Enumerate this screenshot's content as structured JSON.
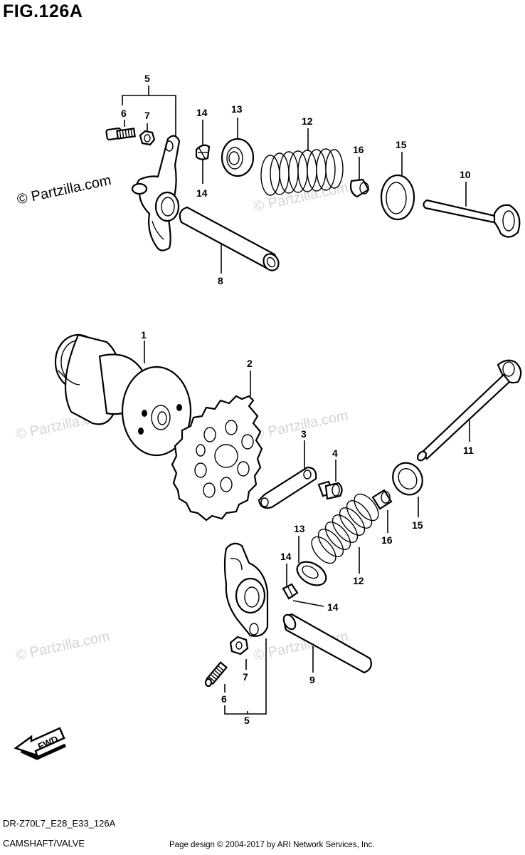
{
  "figure": {
    "title": "FIG.126A"
  },
  "watermark": {
    "text": "© Partzilla.com"
  },
  "callouts": {
    "c1": "1",
    "c2": "2",
    "c3": "3",
    "c4": "4",
    "c5_top": "5",
    "c6_top": "6",
    "c7_top": "7",
    "c8": "8",
    "c10": "10",
    "c11": "11",
    "c12_top": "12",
    "c13_top": "13",
    "c14_top_a": "14",
    "c14_top_b": "14",
    "c15_top": "15",
    "c16_top": "16",
    "c5_bot": "5",
    "c6_bot": "6",
    "c7_bot": "7",
    "c9": "9",
    "c12_bot": "12",
    "c13_bot": "13",
    "c14_bot_a": "14",
    "c14_bot_b": "14",
    "c15_bot": "15",
    "c16_bot": "16"
  },
  "fwd_label": "FWD",
  "footer": {
    "code": "DR-Z70L7_E28_E33_126A",
    "name": "CAMSHAFT/VALVE",
    "credit": "Page design © 2004-2017 by ARI Network Services, Inc."
  }
}
